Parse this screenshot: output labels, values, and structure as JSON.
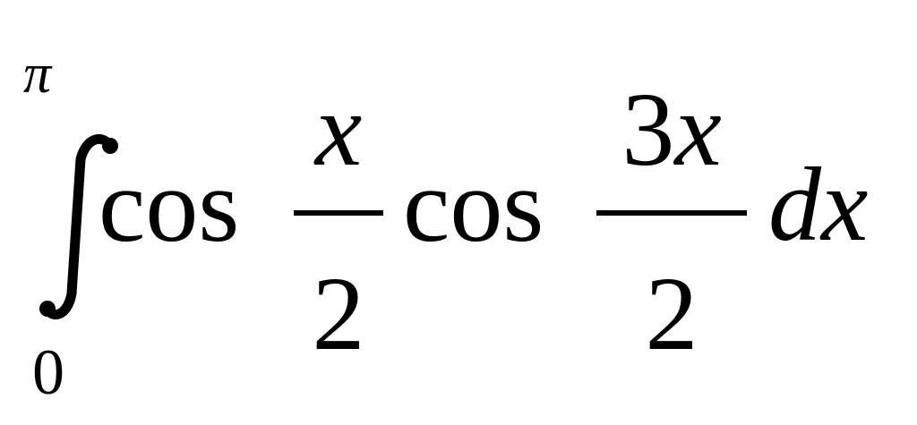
{
  "formula": {
    "integral": {
      "upper_limit": "π",
      "lower_limit": "0"
    },
    "factor1": {
      "function": "cos",
      "numerator": "x",
      "denominator": "2"
    },
    "factor2": {
      "function": "cos",
      "numerator": "3x",
      "denominator": "2"
    },
    "differential": "dx"
  }
}
